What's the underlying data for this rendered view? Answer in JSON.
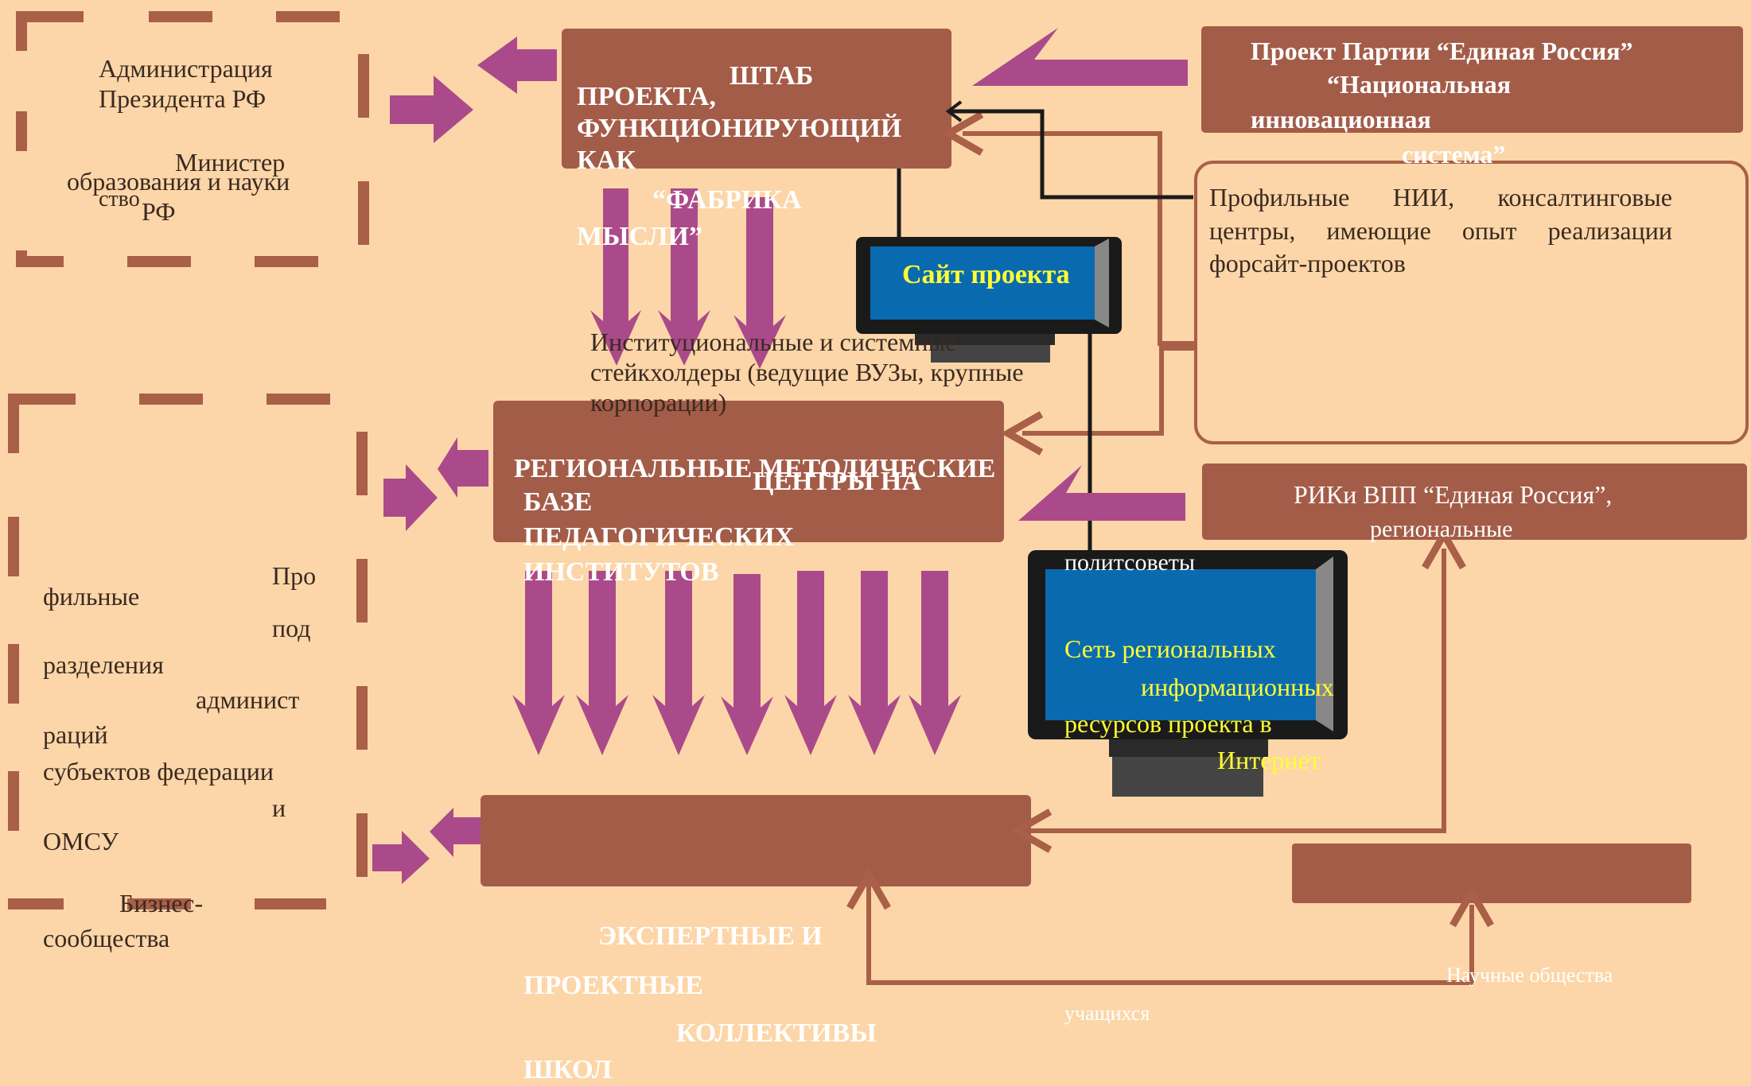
{
  "left_top": {
    "line1": "Администрация\nПрезидента РФ",
    "ministry_a": "Министер",
    "ministry_b": "образования и науки",
    "ministry_c": "ство",
    "ministry_d": "РФ"
  },
  "left_bottom": {
    "p1": "Про",
    "p2": "фильные",
    "p3": "под",
    "p4": "разделения",
    "p5": "админист",
    "p6": "раций",
    "p7": "субъектов федерации",
    "p8": "и",
    "p9": "ОМСУ",
    "p10": "Бизнес-",
    "p11": "сообщества"
  },
  "headquarters": {
    "line1": "ШТАБ",
    "line2": "ПРОЕКТА,\nФУНКЦИОНИРУЮЩИЙ\nКАК",
    "line3": "“ФАБРИКА",
    "line4": "МЫСЛИ”"
  },
  "party_project": {
    "line1": "Проект Партии “Единая Россия”",
    "line2": "“Национальная",
    "line3": "инновационная",
    "line4": "система”"
  },
  "research": {
    "text": "Профильные НИИ, консалтинговые центры, имеющие опыт реализации форсайт-проектов"
  },
  "site_monitor": {
    "label": "Сайт проекта"
  },
  "stakeholders": {
    "text": "Институциональные и системные\nстейкхолдеры (ведущие ВУЗы, крупные\nкорпорации)"
  },
  "regional_centers": {
    "line1": "РЕГИОНАЛЬНЫЕ МЕТОДИЧЕСКИЕ",
    "line2": "ЦЕНТРЫ НА",
    "line3": "БАЗЕ\nПЕДАГОГИЧЕСКИХ\nИНСТИТУТОВ"
  },
  "riki": {
    "line1": "РИКи  ВПП “Единая Россия”,",
    "line2": "региональные",
    "line3": "политсоветы"
  },
  "network_monitor": {
    "line1": "Сеть региональных",
    "line2": "информационных",
    "line3": "ресурсов проекта в",
    "line4": "Интернет"
  },
  "expert_teams": {
    "line1": "ЭКСПЕРТНЫЕ И",
    "line2": "ПРОЕКТНЫЕ",
    "line3": "КОЛЛЕКТИВЫ",
    "line4": "ШКОЛ"
  },
  "students": {
    "line1": "Научные общества",
    "line2": "учащихся"
  },
  "colors": {
    "background": "#fcd6a8",
    "box_brown": "#a35c48",
    "dash_brown": "#a95f48",
    "arrow_magenta": "#ab4a8a",
    "screen_blue": "#0a6ab0",
    "monitor_black": "#1a1a1a",
    "screen_text_yellow": "#ffff33"
  }
}
